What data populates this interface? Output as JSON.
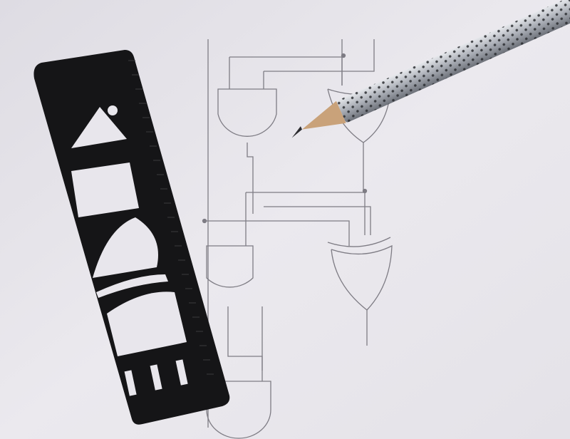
{
  "scene": {
    "subject": "logic-gate-stencil-and-pencil-on-paper",
    "colors": {
      "paper": "#e8e6ec",
      "stencil": "#141416",
      "pencil_body": "#b8bcc4",
      "pencil_dots": "#2a2c30",
      "pencil_wood": "#c9a27a",
      "graphite_line": "#7e7c84"
    },
    "icons": [
      "stencil",
      "pencil",
      "and-gate",
      "or-gate",
      "xor-gate"
    ]
  }
}
